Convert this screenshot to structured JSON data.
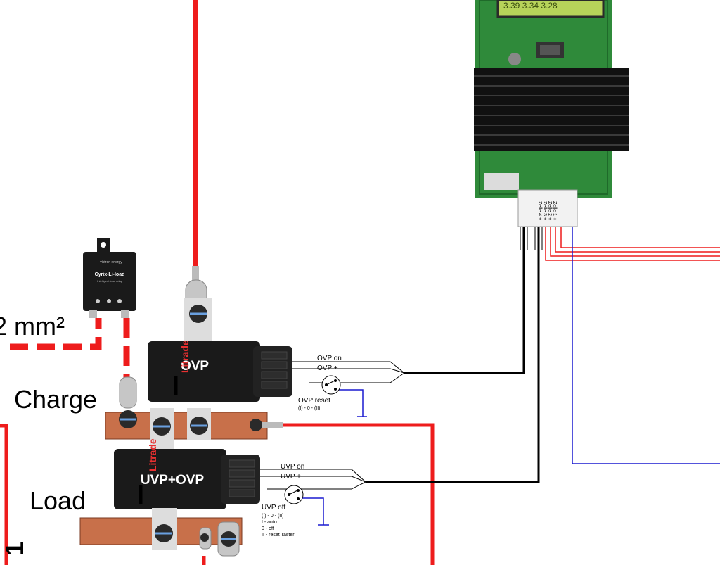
{
  "labels": {
    "cable_size": "2 mm²",
    "charge": "Charge",
    "load": "Load",
    "corner_digit": "1"
  },
  "relay_ovp": {
    "title": "OVP",
    "brand": "Litrade",
    "line_on": "OVP on",
    "line_plus": "OVP +",
    "reset_label": "OVP reset",
    "reset_positions": "(I) - 0 - (II)"
  },
  "relay_uvp": {
    "title": "UVP+OVP",
    "brand": "Litrade",
    "line_on": "UVP on",
    "line_plus": "UVP +",
    "off_label": "UVP off",
    "off_positions": "(I) - 0 - (II)",
    "off_auto": "I - auto",
    "off_off": "0 - off",
    "off_reset": "II - reset Taster"
  },
  "cyrix": {
    "title": "Cyrix-Li-load",
    "subtitle": "Intelligent load relay",
    "maker": "victron energy"
  },
  "bms": {
    "lcd": "3.39 3.34 3.28",
    "pins": [
      "Zelle 1 +",
      "Zelle 2 +",
      "Zelle 3 +",
      "Zelle 4 +"
    ]
  },
  "colors": {
    "positive_wire": "#ee1c1c",
    "signal_wire": "#000000",
    "ground_wire": "#1a1ad0",
    "busbar": "#c8704a",
    "relay_body": "#1a1a1a",
    "pcb": "#2f8a3a",
    "lcd": "#b7d35a"
  }
}
